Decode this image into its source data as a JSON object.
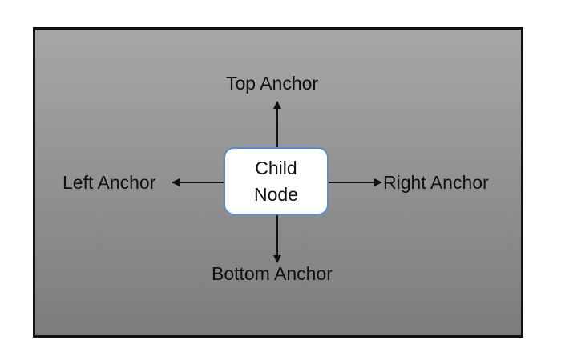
{
  "diagram": {
    "child_node": {
      "label": "Child\nNode"
    },
    "anchors": {
      "top": "Top Anchor",
      "left": "Left Anchor",
      "right": "Right Anchor",
      "bottom": "Bottom Anchor"
    },
    "colors": {
      "panel_top": "#a7a7a7",
      "panel_bottom": "#7c7c7c",
      "node_border": "#5b8dc7",
      "arrow": "#111111"
    }
  }
}
